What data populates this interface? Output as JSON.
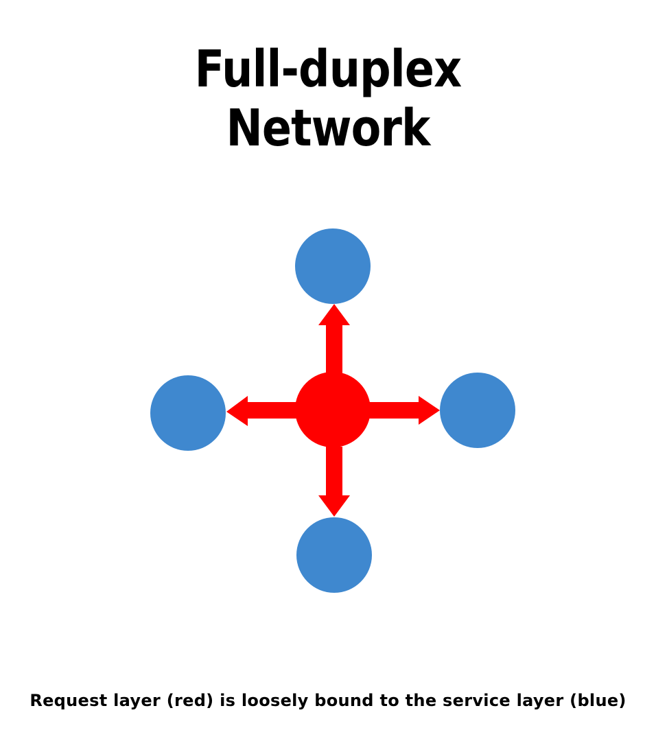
{
  "title": {
    "line1": "Full-duplex",
    "line2": "Network"
  },
  "caption": "Request layer (red) is loosely bound to the service layer (blue)",
  "colors": {
    "background": "#ffffff",
    "request_layer": "#ff0000",
    "service_layer": "#3f88cf",
    "text": "#000000"
  },
  "diagram": {
    "center_node": {
      "name": "request-node",
      "layer": "request",
      "color": "#ff0000"
    },
    "service_nodes": [
      {
        "name": "service-node-top",
        "direction": "up",
        "color": "#3f88cf"
      },
      {
        "name": "service-node-right",
        "direction": "right",
        "color": "#3f88cf"
      },
      {
        "name": "service-node-bottom",
        "direction": "down",
        "color": "#3f88cf"
      },
      {
        "name": "service-node-left",
        "direction": "left",
        "color": "#3f88cf"
      }
    ],
    "arrows": [
      {
        "from": "request-node",
        "to": "service-node-top",
        "color": "#ff0000"
      },
      {
        "from": "request-node",
        "to": "service-node-right",
        "color": "#ff0000"
      },
      {
        "from": "request-node",
        "to": "service-node-bottom",
        "color": "#ff0000"
      },
      {
        "from": "request-node",
        "to": "service-node-left",
        "color": "#ff0000"
      }
    ]
  }
}
